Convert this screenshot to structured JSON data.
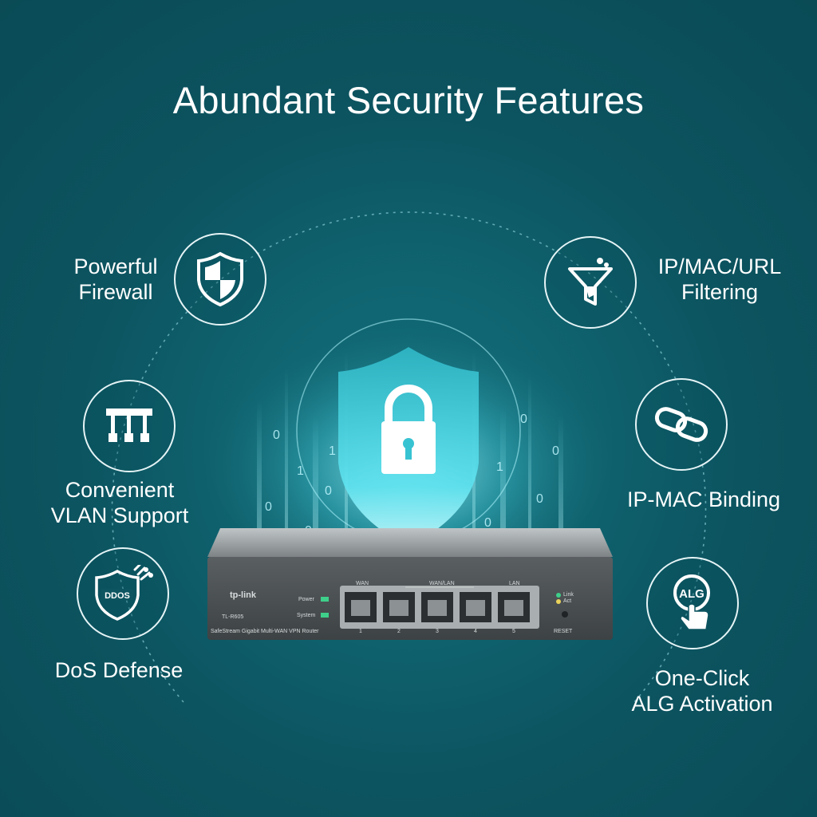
{
  "title": "Abundant Security Features",
  "features": {
    "firewall": {
      "line1": "Powerful",
      "line2": "Firewall",
      "icon": "shield-icon"
    },
    "filtering": {
      "line1": "IP/MAC/URL",
      "line2": "Filtering",
      "icon": "filter-funnel-icon"
    },
    "vlan": {
      "line1": "Convenient",
      "line2": "VLAN Support",
      "icon": "vlan-icon"
    },
    "binding": {
      "line1": "IP-MAC Binding",
      "icon": "link-icon"
    },
    "dos": {
      "line1": "DoS Defense",
      "icon": "ddos-shield-icon",
      "badge": "DDOS"
    },
    "alg": {
      "line1": "One-Click",
      "line2": "ALG Activation",
      "icon": "alg-click-icon",
      "badge": "ALG"
    }
  },
  "router": {
    "brand": "tp-link",
    "model": "TL-R605",
    "description": "SafeStream Gigabit Multi-WAN VPN Router",
    "power_label": "Power",
    "system_label": "System",
    "wan_label": "WAN",
    "wanlan_label": "WAN/LAN",
    "lan_label": "LAN",
    "link_label": "Link",
    "act_label": "Act",
    "reset_label": "RESET",
    "ports": [
      "1",
      "2",
      "3",
      "4",
      "5"
    ]
  },
  "colors": {
    "background": "#0d5560",
    "accent": "#5fe3ef",
    "led": "#3ecf8a"
  }
}
